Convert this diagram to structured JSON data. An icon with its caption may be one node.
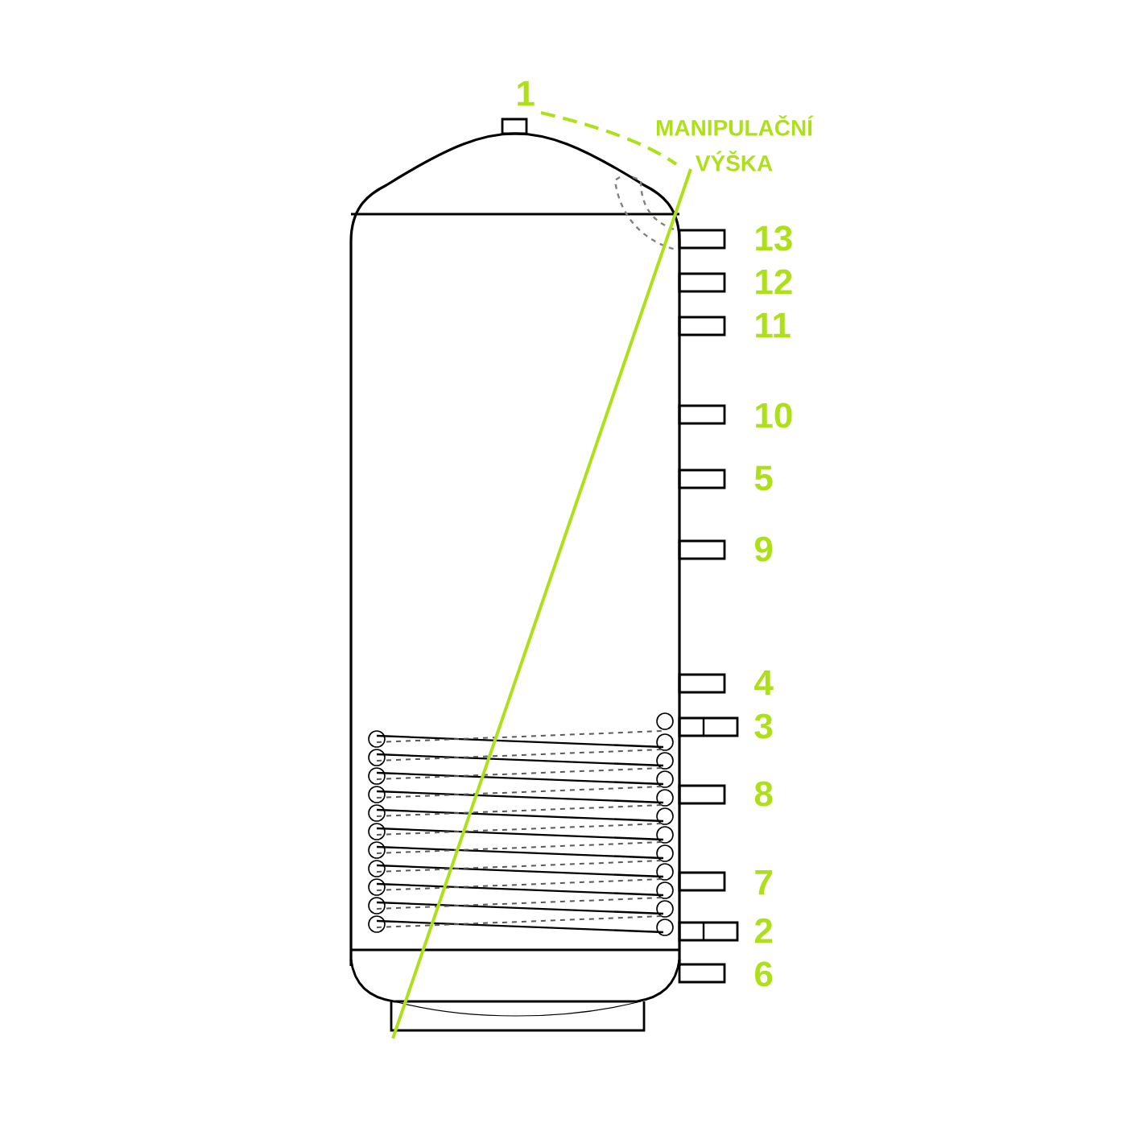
{
  "diagram": {
    "labels": [
      "1",
      "MANIPULAČNÍ VÝŠKA",
      "13",
      "12",
      "11",
      "10",
      "5",
      "9",
      "4",
      "3",
      "8",
      "7",
      "2",
      "6"
    ]
  }
}
